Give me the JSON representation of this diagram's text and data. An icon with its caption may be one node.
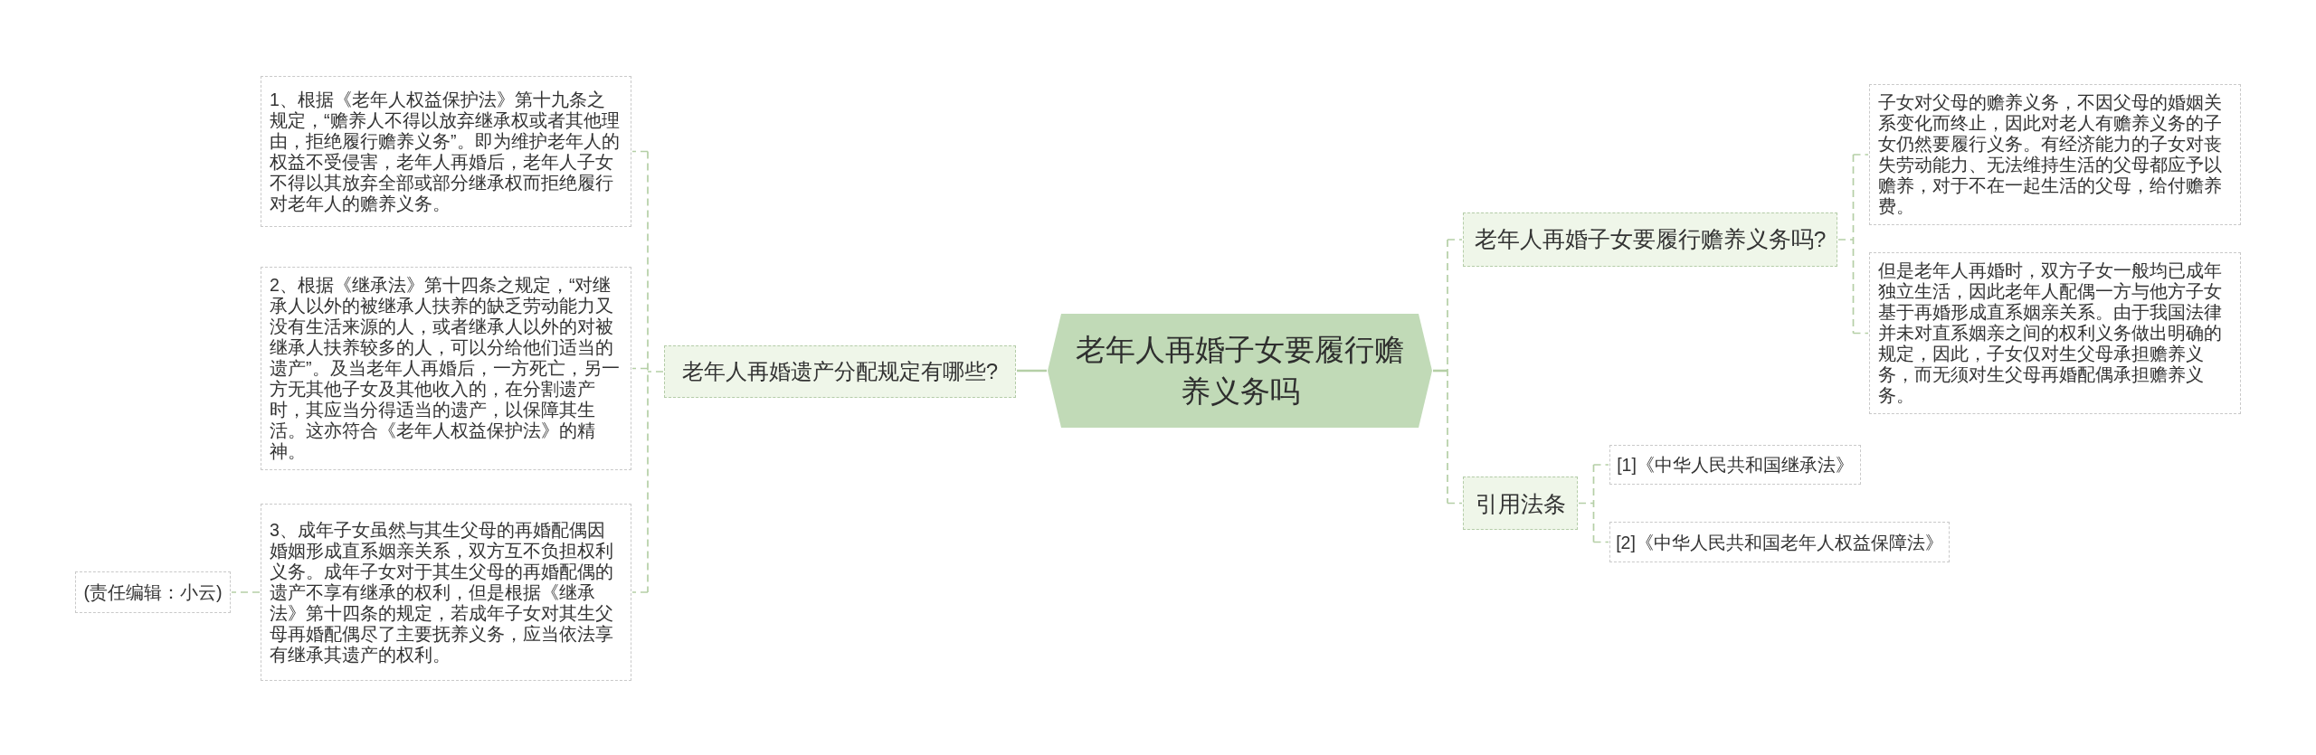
{
  "diagram": {
    "nodes": [
      {
        "text": [
          "老年人再婚子女要履行赡养义务吗"
        ]
      },
      {
        "text": [
          "老年人再婚遗产分配规定有哪些?"
        ]
      },
      {
        "text": [
          "1、根据《老年人权益保护法》第十九条之规定，“赡养人不得以放弃继承权或者其他理由，拒绝履行赡养义务”。即为维护老年人的权益不受侵害，老年人再婚后，老年人子女不得以其放弃全部或部分继承权而拒绝履行对老年人的赡养义务。"
        ]
      },
      {
        "text": [
          "2、根据《继承法》第十四条之规定，“对继承人以外的被继承人扶养的缺乏劳动能力又没有生活来源的人，或者继承人以外的对被继承人扶养较多的人，可以分给他们适当的遗产”。及当老年人再婚后，一方死亡，另一方无其他子女及其他收入的，在分割遗产时，其应当分得适当的遗产，以保障其生活。这亦符合《老年人权益保护法》的精神。"
        ]
      },
      {
        "text": [
          "3、成年子女虽然与其生父母的再婚配偶因婚姻形成直系姻亲关系，双方互不负担权利义务。成年子女对于其生父母的再婚配偶的遗产不享有继承的权利，但是根据《继承法》第十四条的规定，若成年子女对其生父母再婚配偶尽了主要抚养义务，应当依法享有继承其遗产的权利。"
        ]
      },
      {
        "text": [
          "(责任编辑：小云)"
        ]
      },
      {
        "text": [
          "老年人再婚子女要履行赡养义务吗?"
        ]
      },
      {
        "text": [
          "子女对父母的赡养义务，不因父母的婚姻关系变化而终止，因此对老人有赡养义务的子女仍然要履行义务。有经济能力的子女对丧失劳动能力、无法维持生活的父母都应予以赡养，对于不在一起生活的父母，给付赡养费。"
        ]
      },
      {
        "text": [
          "但是老年人再婚时，双方子女一般均已成年独立生活，因此老年人配偶一方与他方子女基于再婚形成直系姻亲关系。由于我国法律并未对直系姻亲之间的权利义务做出明确的规定，因此，子女仅对生父母承担赡养义务，而无须对生父母再婚配偶承担赡养义务。"
        ]
      },
      {
        "text": [
          "引用法条"
        ]
      },
      {
        "text": [
          "[1]《中华人民共和国继承法》"
        ]
      },
      {
        "text": [
          "[2]《中华人民共和国老年人权益保障法》"
        ]
      }
    ],
    "edges": [
      {
        "from": 0,
        "to": 1,
        "arrow": "none"
      },
      {
        "from": 1,
        "to": 2,
        "arrow": "none",
        "style": "dashed"
      },
      {
        "from": 1,
        "to": 3,
        "arrow": "none",
        "style": "dashed"
      },
      {
        "from": 1,
        "to": 4,
        "arrow": "none",
        "style": "dashed"
      },
      {
        "from": 4,
        "to": 5,
        "arrow": "none",
        "style": "dashed"
      },
      {
        "from": 0,
        "to": 6,
        "arrow": "none",
        "style": "dashed"
      },
      {
        "from": 6,
        "to": 7,
        "arrow": "none",
        "style": "dashed"
      },
      {
        "from": 6,
        "to": 8,
        "arrow": "none",
        "style": "dashed"
      },
      {
        "from": 0,
        "to": 9,
        "arrow": "none",
        "style": "dashed"
      },
      {
        "from": 9,
        "to": 10,
        "arrow": "none",
        "style": "dashed"
      },
      {
        "from": 9,
        "to": 11,
        "arrow": "none",
        "style": "dashed"
      }
    ]
  }
}
